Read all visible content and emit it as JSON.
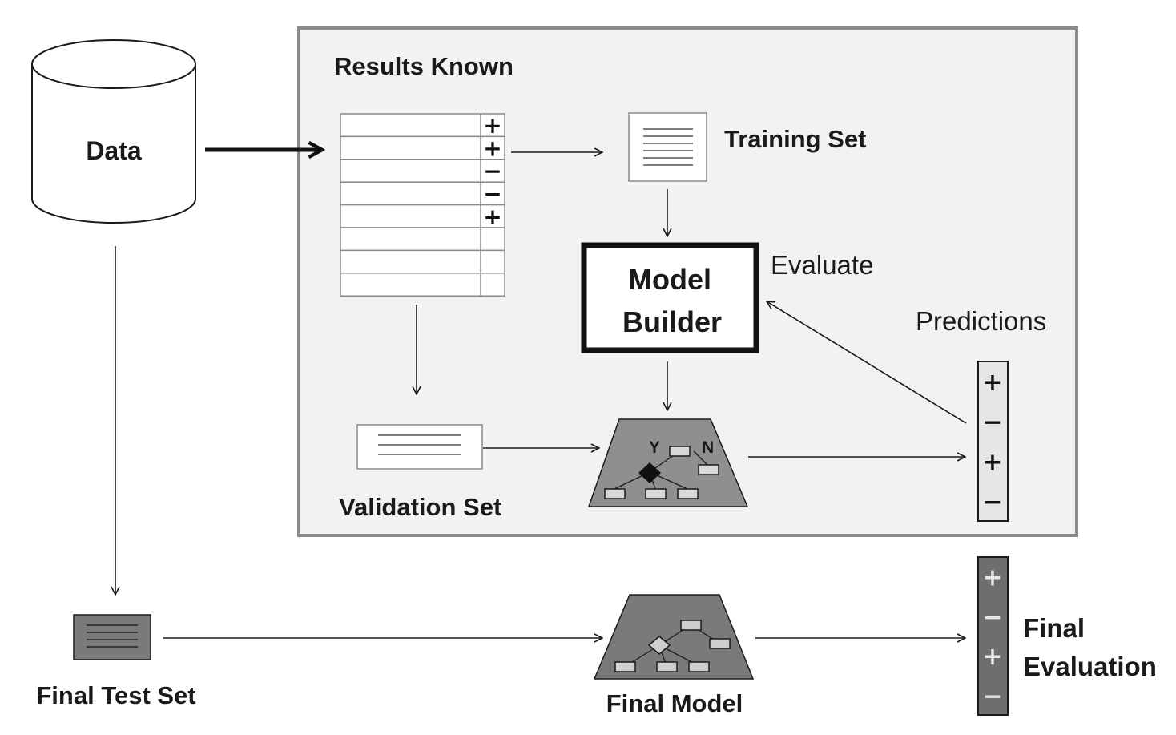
{
  "labels": {
    "data": "Data",
    "results_known": "Results Known",
    "training_set": "Training Set",
    "model_builder_line1": "Model",
    "model_builder_line2": "Builder",
    "evaluate": "Evaluate",
    "predictions": "Predictions",
    "validation_set": "Validation Set",
    "final_test_set": "Final Test Set",
    "final_model": "Final Model",
    "final_evaluation_line1": "Final",
    "final_evaluation_line2": "Evaluation"
  },
  "results_table": {
    "signs": [
      "+",
      "+",
      "−",
      "−",
      "+",
      "",
      "",
      ""
    ]
  },
  "tree": {
    "yes_label": "Y",
    "no_label": "N"
  },
  "predictions_column": {
    "signs": [
      "+",
      "−",
      "+",
      "−"
    ]
  },
  "final_evaluation_column": {
    "signs": [
      "+",
      "−",
      "+",
      "−"
    ]
  },
  "colors": {
    "panel_fill": "#f2f2f2",
    "panel_border": "#8a8a8a",
    "dark_gray_fill": "#7a7a7a",
    "stroke": "#1a1a1a"
  }
}
